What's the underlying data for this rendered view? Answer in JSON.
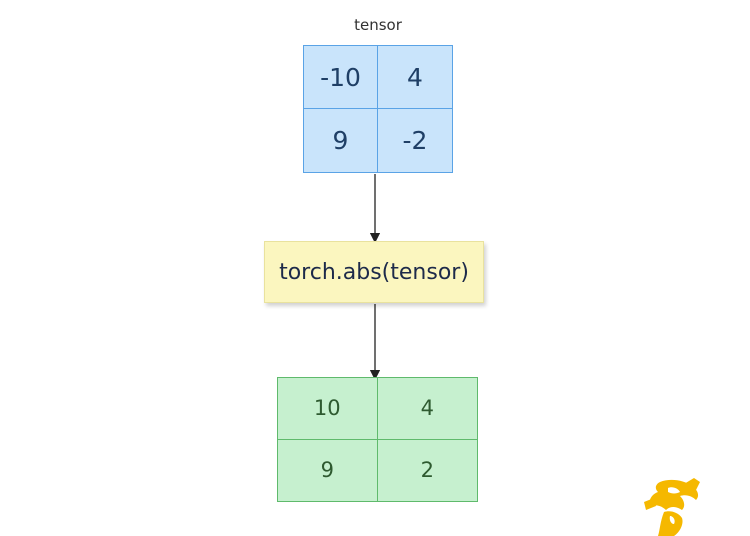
{
  "input": {
    "label": "tensor",
    "cells": [
      "-10",
      "4",
      "9",
      "-2"
    ]
  },
  "operation": {
    "label": "torch.abs(tensor)"
  },
  "output": {
    "cells": [
      "10",
      "4",
      "9",
      "2"
    ]
  },
  "colors": {
    "input_fill": "#c9e4fb",
    "input_border": "#5aa3e6",
    "op_fill": "#fbf6bf",
    "output_fill": "#c6f0cf",
    "output_border": "#5fba6c",
    "logo": "#f5b800"
  },
  "icons": {
    "logo": "figure-logo-icon"
  }
}
